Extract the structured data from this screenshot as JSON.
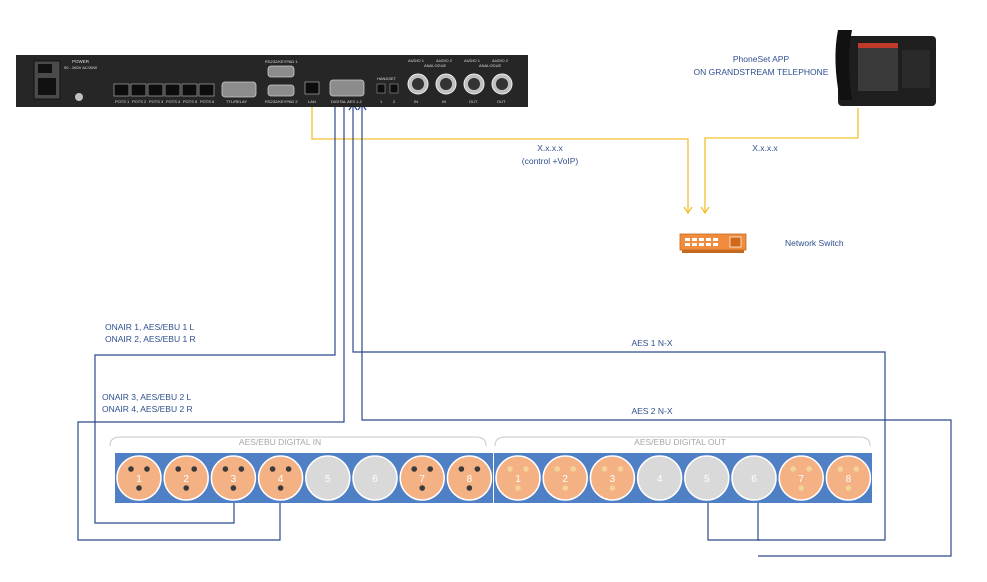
{
  "colors": {
    "blue_line": "#2b4a8c",
    "yellow_line": "#f0c030",
    "label_blue": "#2f4f8f",
    "panel_blue": "#4f7fc4",
    "xlr_active": "#f4b183",
    "xlr_inactive": "#d9d9d9",
    "device_dark": "#262626",
    "switch_orange": "#f08c3c"
  },
  "unit": {
    "power_label": "POWER",
    "power_spec": "90 - 260V AC/30W",
    "pots_ports": [
      "POTS 1",
      "POTS 2",
      "POTS 3",
      "POTS 4",
      "POTS 5",
      "POTS 6"
    ],
    "ttl_relay": "TTL/RELAY",
    "keypad1": "RS232/KEYPAD 1",
    "keypad2": "RS232/KEYPAD 2",
    "lan": "LAN",
    "digital_aes": "DIGITAL AES 1-2",
    "handset": "HANDSET",
    "handset_ports": [
      "1",
      "2"
    ],
    "audio_headers": [
      "AUDIO 1",
      "AUDIO 2",
      "AUDIO 1",
      "AUDIO 2"
    ],
    "analogue_in": "ANALOGUE",
    "analogue_out": "ANALOGUE",
    "audio_ports": [
      "IN",
      "IN",
      "OUT",
      "OUT"
    ]
  },
  "phone": {
    "line1": "PhoneSet APP",
    "line2": "ON GRANDSTREAM TELEPHONE"
  },
  "network": {
    "label_ip1": "X.x.x.x",
    "label_ip1_sub": "(control +VoIP)",
    "label_ip2": "X.x.x.x",
    "switch_label": "Network Switch"
  },
  "labels": {
    "onair12_l1": "ONAIR 1, AES/EBU 1 L",
    "onair12_l2": "ONAIR 2, AES/EBU 1 R",
    "onair34_l1": "ONAIR 3, AES/EBU 2 L",
    "onair34_l2": "ONAIR 4, AES/EBU 2 R",
    "aes1": "AES 1 N-X",
    "aes2": "AES 2 N-X"
  },
  "panel": {
    "in_title": "AES/EBU DIGITAL IN",
    "out_title": "AES/EBU DIGITAL OUT",
    "in_connectors": [
      {
        "n": "1",
        "active": true
      },
      {
        "n": "2",
        "active": true
      },
      {
        "n": "3",
        "active": true
      },
      {
        "n": "4",
        "active": true
      },
      {
        "n": "5",
        "active": false
      },
      {
        "n": "6",
        "active": false
      },
      {
        "n": "7",
        "active": true
      },
      {
        "n": "8",
        "active": true
      }
    ],
    "out_connectors": [
      {
        "n": "1",
        "active": true
      },
      {
        "n": "2",
        "active": true
      },
      {
        "n": "3",
        "active": true
      },
      {
        "n": "4",
        "active": false
      },
      {
        "n": "5",
        "active": false
      },
      {
        "n": "6",
        "active": false
      },
      {
        "n": "7",
        "active": true
      },
      {
        "n": "8",
        "active": true
      }
    ]
  }
}
